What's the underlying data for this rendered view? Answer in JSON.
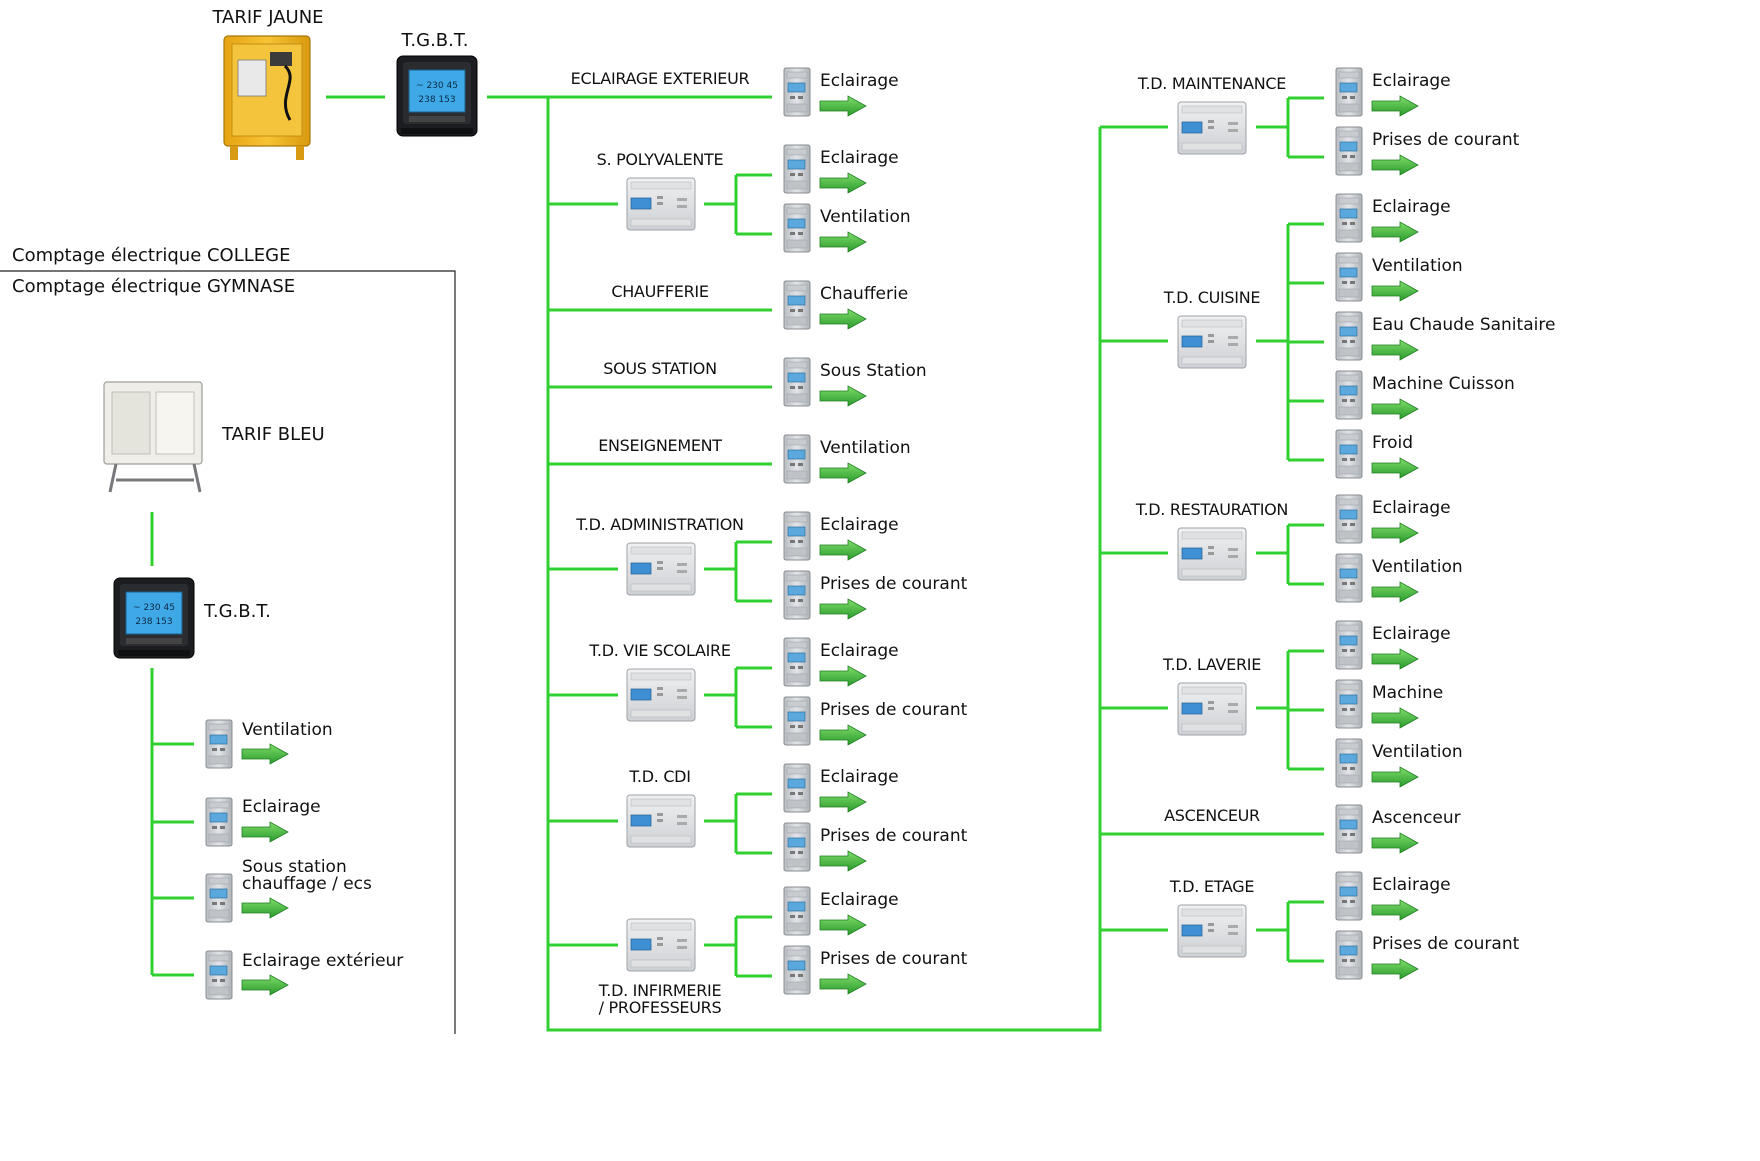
{
  "colors": {
    "wire": "#2fd02f",
    "arrow": "#3aaa35",
    "meter_body": "#d7dade",
    "meter_lcd": "#4aa3e0",
    "cabinet_yellow": "#f2b620",
    "cabinet_beige": "#ecebe4"
  },
  "icons": [
    "electricity-meter-icon",
    "green-arrow-icon",
    "din-rail-meter-icon",
    "power-analyzer-icon",
    "yellow-cabinet-icon",
    "beige-cabinet-icon"
  ],
  "labels": {
    "college": "Comptage électrique COLLEGE",
    "gymnase": "Comptage électrique GYMNASE",
    "tarif_jaune": "TARIF JAUNE",
    "tgbt_top": "T.G.B.T.",
    "tarif_bleu": "TARIF BLEU",
    "tgbt_gym": "T.G.B.T."
  },
  "college_branches": [
    {
      "name": "ECLAIRAGE EXTERIEUR",
      "outputs": [
        "Eclairage"
      ]
    },
    {
      "name": "S. POLYVALENTE",
      "outputs": [
        "Eclairage",
        "Ventilation"
      ]
    },
    {
      "name": "CHAUFFERIE",
      "outputs": [
        "Chaufferie"
      ]
    },
    {
      "name": "SOUS STATION",
      "outputs": [
        "Sous Station"
      ]
    },
    {
      "name": "ENSEIGNEMENT",
      "outputs": [
        "Ventilation"
      ]
    },
    {
      "name": "T.D. ADMINISTRATION",
      "outputs": [
        "Eclairage",
        "Prises de courant"
      ]
    },
    {
      "name": "T.D. VIE SCOLAIRE",
      "outputs": [
        "Eclairage",
        "Prises de courant"
      ]
    },
    {
      "name": "T.D. CDI",
      "outputs": [
        "Eclairage",
        "Prises de courant"
      ]
    },
    {
      "name": "T.D. INFIRMERIE",
      "name2": "/ PROFESSEURS",
      "outputs": [
        "Eclairage",
        "Prises de courant"
      ]
    }
  ],
  "right_branches": [
    {
      "name": "T.D. MAINTENANCE",
      "outputs": [
        "Eclairage",
        "Prises de courant"
      ]
    },
    {
      "name": "T.D. CUISINE",
      "outputs": [
        "Eclairage",
        "Ventilation",
        "Eau Chaude Sanitaire",
        "Machine Cuisson",
        "Froid"
      ]
    },
    {
      "name": "T.D. RESTAURATION",
      "outputs": [
        "Eclairage",
        "Ventilation"
      ]
    },
    {
      "name": "T.D. LAVERIE",
      "outputs": [
        "Eclairage",
        "Machine",
        "Ventilation"
      ]
    },
    {
      "name": "ASCENCEUR",
      "outputs": [
        "Ascenceur"
      ]
    },
    {
      "name": "T.D. ETAGE",
      "outputs": [
        "Eclairage",
        "Prises de courant"
      ]
    }
  ],
  "gymnase_outputs": [
    {
      "line1": "Ventilation"
    },
    {
      "line1": "Eclairage"
    },
    {
      "line1": "Sous station",
      "line2": "chauffage / ecs"
    },
    {
      "line1": "Eclairage extérieur"
    }
  ]
}
